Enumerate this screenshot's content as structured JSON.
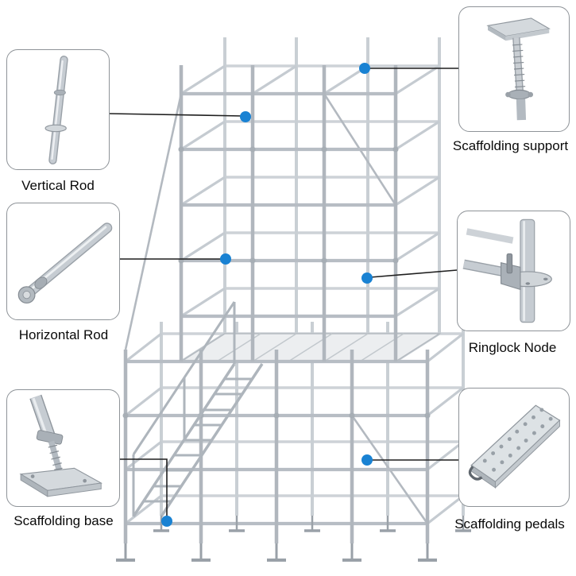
{
  "figure": {
    "accent_color": "#1982d3",
    "callouts": {
      "vertical_rod": {
        "label": "Vertical Rod"
      },
      "horizontal_rod": {
        "label": "Horizontal Rod"
      },
      "scaffolding_base": {
        "label": "Scaffolding base"
      },
      "scaffolding_support": {
        "label": "Scaffolding support"
      },
      "ringlock_node": {
        "label": "Ringlock Node"
      },
      "scaffolding_pedals": {
        "label": "Scaffolding pedals"
      }
    }
  }
}
